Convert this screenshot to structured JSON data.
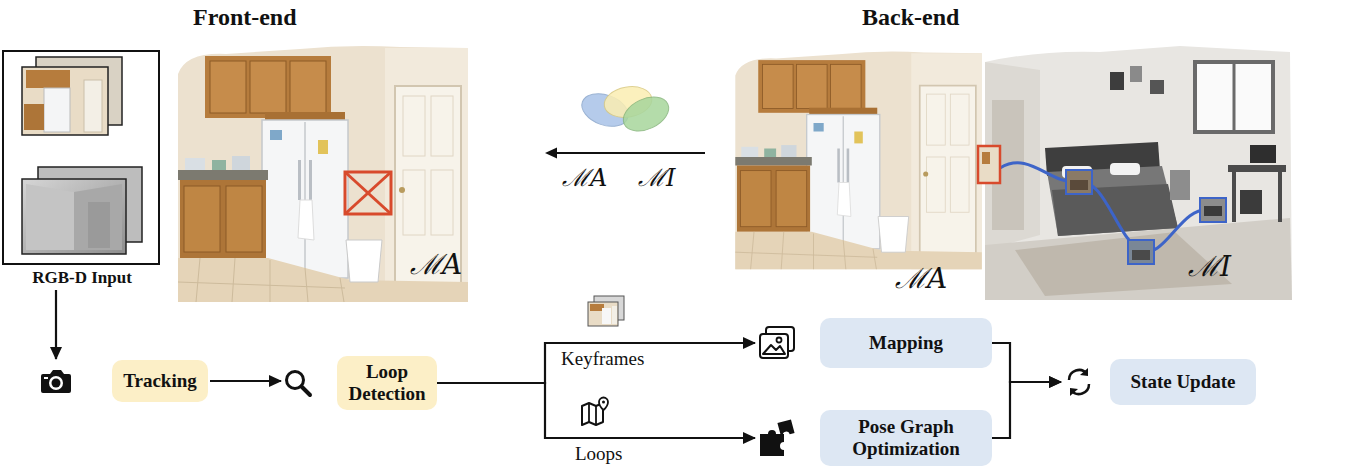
{
  "diagram": {
    "nodes": [
      {
        "text": [
          "RGB-D Input"
        ]
      },
      {
        "text": [
          "Tracking"
        ]
      },
      {
        "text": [
          "Loop Detection"
        ]
      },
      {
        "text": [
          "Mapping"
        ]
      },
      {
        "text": [
          "Pose Graph Optimization"
        ]
      },
      {
        "text": [
          "State Update"
        ]
      }
    ],
    "edges": [
      {
        "from": 0,
        "to": 1,
        "arrow": "to"
      },
      {
        "from": 1,
        "to": 2,
        "arrow": "to"
      },
      {
        "from": 2,
        "to": 3,
        "label": "Keyframes",
        "arrow": "to"
      },
      {
        "from": 2,
        "to": 4,
        "label": "Loops",
        "arrow": "to"
      },
      {
        "from": 3,
        "to": 5,
        "arrow": "to"
      },
      {
        "from": 4,
        "to": 5,
        "arrow": "to"
      }
    ],
    "labels": [
      "Front-end",
      "Back-end",
      "ℳA",
      "ℳA",
      "ℳI",
      "ℳA",
      "ℳI"
    ]
  }
}
